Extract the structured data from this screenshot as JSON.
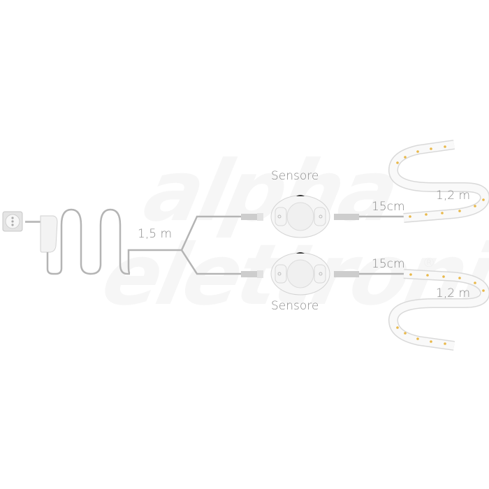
{
  "watermark": {
    "line1": "alpha",
    "line2": "elettronica",
    "registered": "®"
  },
  "labels": {
    "supply_cable": "1,5 m",
    "sensor_top": "Sensore",
    "sensor_bottom": "Sensore",
    "lead_top": "15cm",
    "lead_bottom": "15cm",
    "strip_top": "1,2 m",
    "strip_bottom": "1,2 m"
  },
  "colors": {
    "cable": "#b4b4b4",
    "label": "#8a8a8a",
    "led": "#e8b84a",
    "device": "#f2f2f2",
    "outline": "#cfcfcf"
  }
}
